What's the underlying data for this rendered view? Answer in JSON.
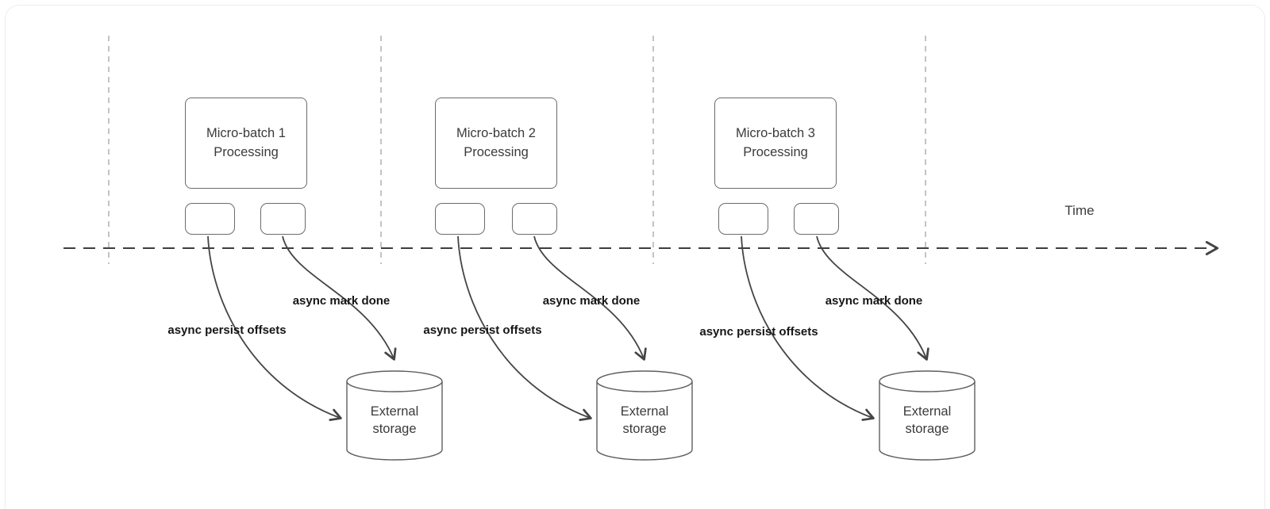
{
  "time_axis": {
    "label": "Time"
  },
  "units": [
    {
      "process_label": "Micro-batch 1 Processing",
      "persist_label": "async persist offsets",
      "mark_done_label": "async mark done",
      "storage_label": "External storage"
    },
    {
      "process_label": "Micro-batch 2 Processing",
      "persist_label": "async persist offsets",
      "mark_done_label": "async mark done",
      "storage_label": "External storage"
    },
    {
      "process_label": "Micro-batch 3 Processing",
      "persist_label": "async persist offsets",
      "mark_done_label": "async mark done",
      "storage_label": "External storage"
    }
  ],
  "colors": {
    "line": "#444444",
    "gridline": "#b5b5b5",
    "box_border": "#6b6b6b",
    "text": "#3b3b3b",
    "label_text": "#161616"
  }
}
